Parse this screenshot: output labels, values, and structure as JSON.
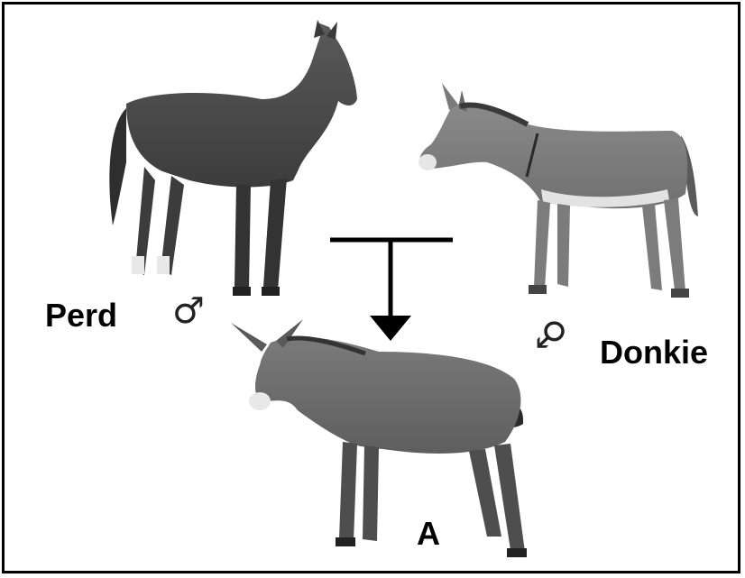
{
  "labels": {
    "left_parent": "Perd",
    "right_parent": "Donkie",
    "offspring": "A"
  },
  "symbols": {
    "left_parent": "♂",
    "right_parent": "♂"
  },
  "animals": {
    "left_parent": "horse",
    "right_parent": "donkey",
    "offspring": "mule"
  },
  "colors": {
    "border": "#000000",
    "arrow": "#000000",
    "animal_fill": "#6e6e6e"
  }
}
